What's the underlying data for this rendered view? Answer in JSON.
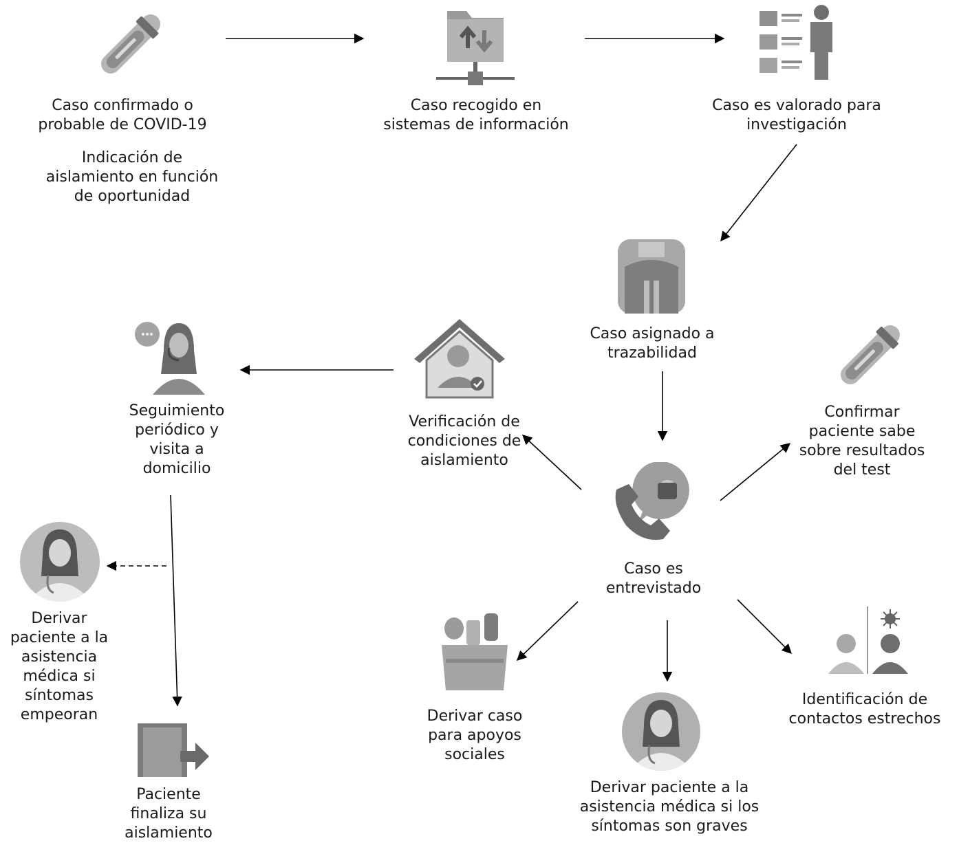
{
  "nodes": {
    "caso_confirmado": {
      "lines": [
        "Caso confirmado o",
        "probable de COVID-19"
      ]
    },
    "indicacion_aislamiento": {
      "lines": [
        "Indicación de",
        "aislamiento en función",
        "de oportunidad"
      ]
    },
    "caso_recogido": {
      "lines": [
        "Caso recogido en",
        "sistemas de información"
      ]
    },
    "caso_valorado": {
      "lines": [
        "Caso es valorado para",
        "investigación"
      ]
    },
    "caso_asignado": {
      "lines": [
        "Caso asignado a",
        "trazabilidad"
      ]
    },
    "caso_entrevistado": {
      "lines": [
        "Caso es",
        "entrevistado"
      ]
    },
    "confirmar_resultados": {
      "lines": [
        "Confirmar",
        "paciente sabe",
        "sobre resultados",
        "del test"
      ]
    },
    "verificacion_condiciones": {
      "lines": [
        "Verificación de",
        "condiciones de",
        "aislamiento"
      ]
    },
    "seguimiento_periodico": {
      "lines": [
        "Seguimiento",
        "periódico y",
        "visita a",
        "domicilio"
      ]
    },
    "derivar_si_empeoran": {
      "lines": [
        "Derivar",
        "paciente a la",
        "asistencia",
        "médica si",
        "síntomas",
        "empeoran"
      ]
    },
    "paciente_finaliza": {
      "lines": [
        "Paciente",
        "finaliza su",
        "aislamiento"
      ]
    },
    "derivar_apoyos_sociales": {
      "lines": [
        "Derivar caso",
        "para apoyos",
        "sociales"
      ]
    },
    "derivar_si_graves": {
      "lines": [
        "Derivar paciente a la",
        "asistencia médica si los",
        "síntomas son graves"
      ]
    },
    "identificacion_contactos": {
      "lines": [
        "Identificación de",
        "contactos estrechos"
      ]
    }
  },
  "icons": {
    "test_tube": "test-tube-icon",
    "server_folder": "server-folder-icon",
    "person_records": "person-records-icon",
    "tracer": "tracer-person-icon",
    "phone_call": "phone-call-icon",
    "home_check": "home-check-icon",
    "operator": "operator-icon",
    "doctor": "doctor-icon",
    "exit_door": "exit-door-icon",
    "grocery_bag": "grocery-bag-icon",
    "contacts": "contacts-icon"
  },
  "colors": {
    "icon_gray": "#8a8a8a",
    "icon_dark": "#5a5a5a",
    "icon_light": "#c4c4c4",
    "arrow": "#000000"
  }
}
